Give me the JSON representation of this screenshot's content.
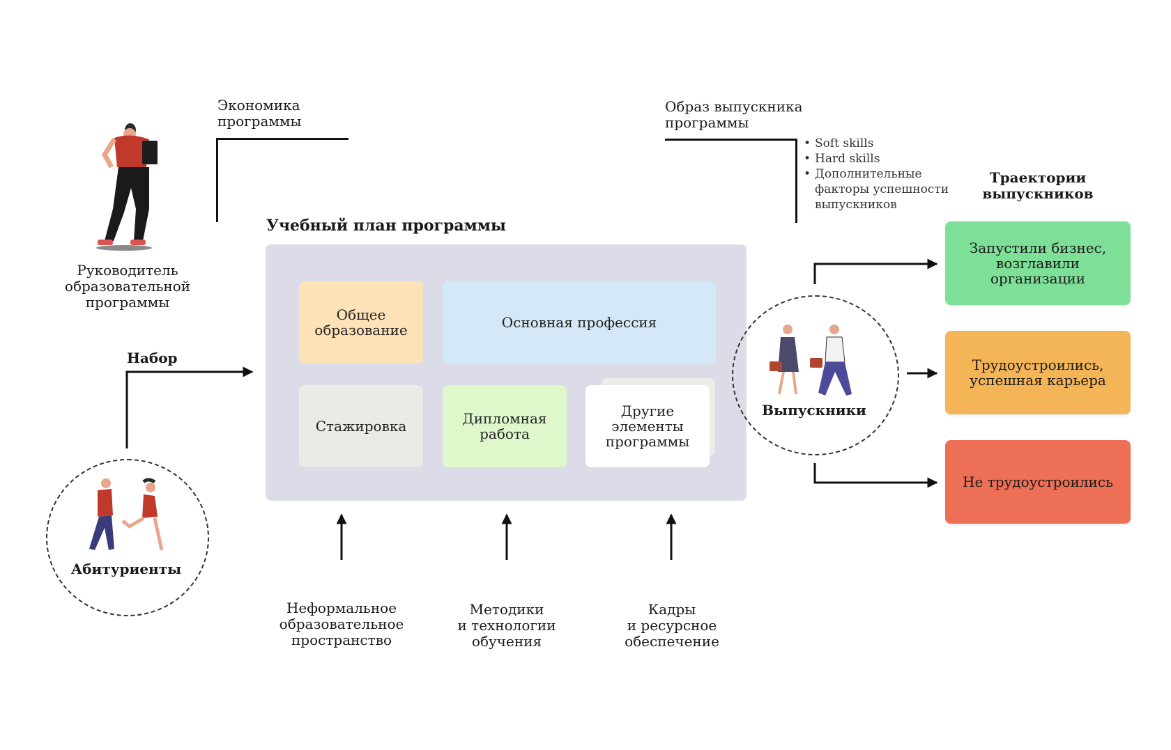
{
  "labels": {
    "economics": "Экономика\nпрограммы",
    "graduate_profile": "Образ выпускника\nпрограммы",
    "leader": "Руководитель\nобразовательной\nпрограммы",
    "recruitment": "Набор",
    "applicants": "Абитуриенты",
    "graduates": "Выпускники",
    "curriculum_title": "Учебный план программы",
    "trajectories_title": "Траектории\nвыпускников"
  },
  "skills": [
    "Soft skills",
    "Hard skills",
    "Дополнительные\nфакторы успешности\nвыпускников"
  ],
  "curriculum_blocks": {
    "general_education": "Общее\nобразование",
    "main_profession": "Основная профессия",
    "internship": "Стажировка",
    "thesis": "Дипломная\nработа",
    "other_elements": "Другие\nэлементы\nпрограммы"
  },
  "inputs": {
    "informal_space": "Неформальное\nобразовательное\nпространство",
    "methods": "Методики\nи технологии\nобучения",
    "staff": "Кадры\nи ресурсное\nобеспечение"
  },
  "outcomes": {
    "business": "Запустили бизнес,\nвозглавили\nорганизации",
    "employed": "Трудоустроились,\nуспешная карьера",
    "unemployed": "Не трудоустроились"
  },
  "colors": {
    "panel": "#dcdce8",
    "general_education": "#fde2b8",
    "main_profession": "#d4e8f8",
    "internship": "#eaeae6",
    "thesis": "#def8cc",
    "other_elements": "#ffffff",
    "business": "#7edf98",
    "employed": "#f4b556",
    "unemployed": "#ed6f55"
  },
  "icons": [
    "program-leader-icon",
    "applicants-icon",
    "graduates-icon"
  ]
}
